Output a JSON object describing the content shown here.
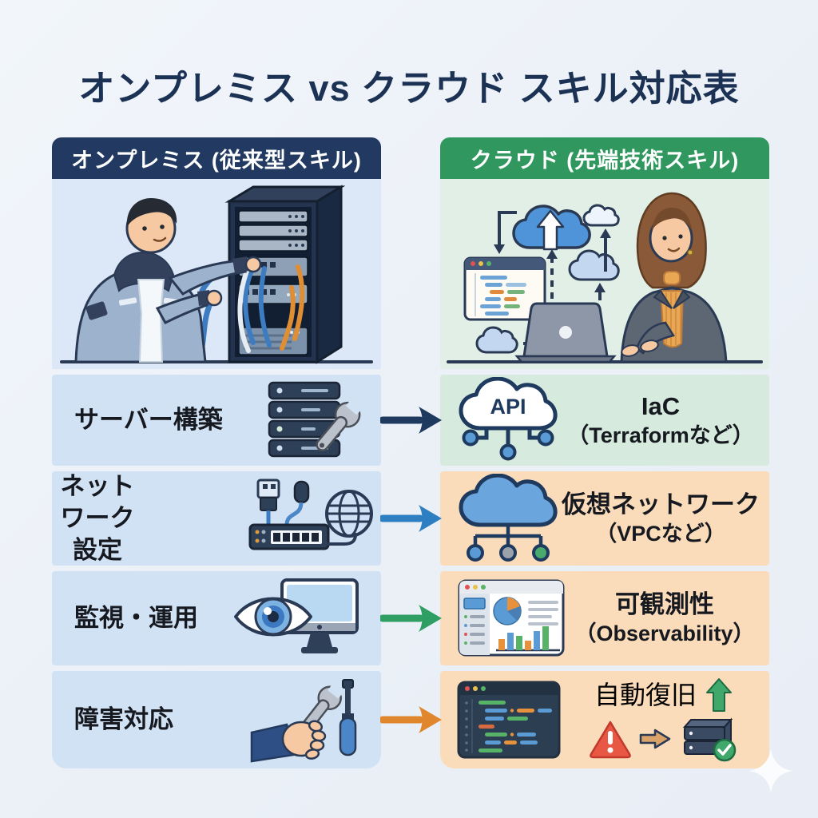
{
  "page": {
    "title": "オンプレミス vs クラウド スキル対応表",
    "title_color": "#1c3254",
    "background": "#edf1f8",
    "decoration": "four-point-sparkle"
  },
  "columns": {
    "left": {
      "header": "オンプレミス (従来型スキル)",
      "header_bg": "#223a61",
      "illustration": "engineer-wiring-server-rack",
      "illustration_bg": "#dce8f8",
      "row_bg": "#d2e2f5"
    },
    "right": {
      "header": "クラウド (先端技術スキル)",
      "header_bg": "#30985f",
      "illustration": "woman-laptop-cloud-upload",
      "illustration_bg": "#e1efe6",
      "row1_bg": "#d6eadd",
      "row_bg": "#fbdcba"
    }
  },
  "rows": [
    {
      "left_label": "サーバー構築",
      "left_icon": "server-stack-wrench-icon",
      "arrow_color": "#1f3a5f",
      "right_icon": "api-cloud-icon",
      "right_line1": "IaC",
      "right_line2": "（Terraformなど）"
    },
    {
      "left_label": "ネットワーク",
      "left_label2": "設定",
      "left_icon": "usb-switch-globe-icon",
      "arrow_color": "#2e7fc1",
      "right_icon": "cloud-network-icon",
      "right_line1": "仮想ネットワーク",
      "right_line2": "（VPCなど）"
    },
    {
      "left_label": "監視・運用",
      "left_icon": "eye-monitor-icon",
      "arrow_color": "#2f9e63",
      "right_icon": "dashboard-charts-icon",
      "right_line1": "可観測性",
      "right_line2": "（Observability）"
    },
    {
      "left_label": "障害対応",
      "left_icon": "hand-wrench-screwdriver-icon",
      "arrow_color": "#e0872e",
      "right_icon": "code-editor-icon",
      "right_line1": "自動復旧",
      "right_cluster": [
        "warning-triangle-icon",
        "recovery-arrow-icon",
        "server-check-icon",
        "green-up-arrow-icon"
      ]
    }
  ],
  "labels": {
    "api": "API"
  }
}
